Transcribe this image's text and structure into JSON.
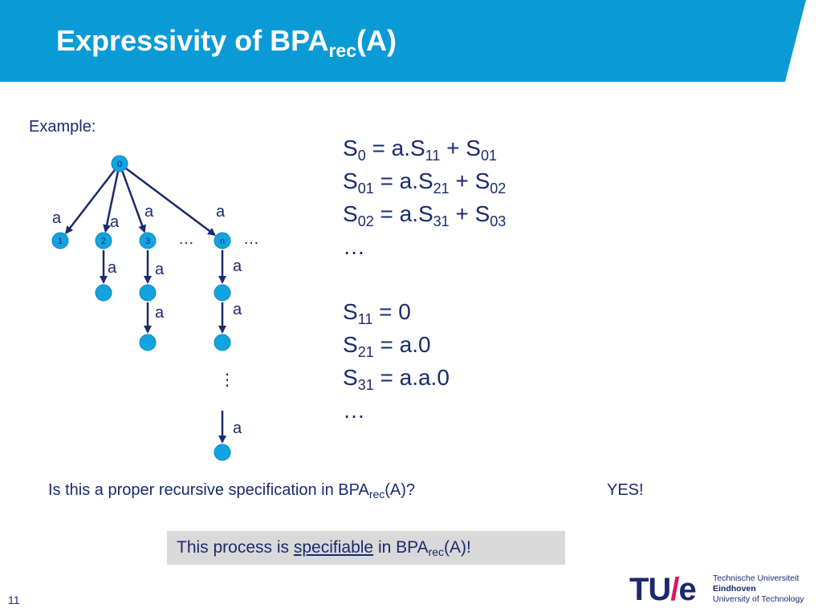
{
  "slide": {
    "title_main": "Expressivity of BPA",
    "title_sub": "rec",
    "title_tail": "(A)",
    "example_label": "Example:",
    "page_number": "11",
    "colors": {
      "header": "#0a9bd6",
      "text": "#1a2a6e",
      "node": "#13a4e0",
      "box": "#d9d9d9",
      "logo_accent": "#e0115f"
    }
  },
  "tree": {
    "root_label": "0",
    "child_labels": [
      "1",
      "2",
      "3",
      "n"
    ],
    "edge_label": "a",
    "ellipsis": "…",
    "vdots": "⋮"
  },
  "equations": [
    {
      "lhs": "S",
      "lhs_sub": "0",
      "rhs": [
        [
          "= a.S",
          ""
        ],
        [
          "11",
          "sub"
        ],
        [
          " + S",
          ""
        ],
        [
          "01",
          "sub"
        ]
      ]
    },
    {
      "lhs": "S",
      "lhs_sub": "01",
      "rhs": [
        [
          "= a.S",
          ""
        ],
        [
          "21",
          "sub"
        ],
        [
          " + S",
          ""
        ],
        [
          "02",
          "sub"
        ]
      ]
    },
    {
      "lhs": "S",
      "lhs_sub": "02",
      "rhs": [
        [
          "= a.S",
          ""
        ],
        [
          "31",
          "sub"
        ],
        [
          " + S",
          ""
        ],
        [
          "03",
          "sub"
        ]
      ]
    },
    {
      "ellipsis": "…"
    },
    {
      "gap": true
    },
    {
      "lhs": "S",
      "lhs_sub": "11",
      "rhs": [
        [
          "= 0",
          ""
        ]
      ]
    },
    {
      "lhs": "S",
      "lhs_sub": "21",
      "rhs": [
        [
          "= a.0",
          ""
        ]
      ]
    },
    {
      "lhs": "S",
      "lhs_sub": "31",
      "rhs": [
        [
          "= a.a.0",
          ""
        ]
      ]
    },
    {
      "ellipsis": "…"
    }
  ],
  "question": {
    "text_before": "Is this a proper recursive specification in BPA",
    "sub": "rec",
    "text_after": "(A)?",
    "answer": "YES!"
  },
  "conclusion": {
    "before": "This process is ",
    "underlined": "specifiable",
    "middle": " in BPA",
    "sub": "rec",
    "after": "(A)!"
  },
  "logo": {
    "tu_left": "TU",
    "tu_slash": "/",
    "tu_right": "e",
    "line1": "Technische Universiteit",
    "line2": "Eindhoven",
    "line3": "University of Technology"
  }
}
